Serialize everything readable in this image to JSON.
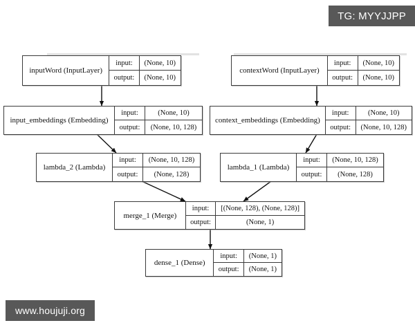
{
  "diagram": {
    "type": "keras-model-graph",
    "io_labels": {
      "input": "input:",
      "output": "output:"
    },
    "nodes": [
      {
        "id": "inputWord",
        "name": "inputWord (InputLayer)",
        "input_shape": "(None, 10)",
        "output_shape": "(None, 10)"
      },
      {
        "id": "input_embeddings",
        "name": "input_embeddings (Embedding)",
        "input_shape": "(None, 10)",
        "output_shape": "(None, 10, 128)"
      },
      {
        "id": "lambda_2",
        "name": "lambda_2 (Lambda)",
        "input_shape": "(None, 10, 128)",
        "output_shape": "(None, 128)"
      },
      {
        "id": "contextWord",
        "name": "contextWord (InputLayer)",
        "input_shape": "(None, 10)",
        "output_shape": "(None, 10)"
      },
      {
        "id": "context_embeddings",
        "name": "context_embeddings (Embedding)",
        "input_shape": "(None, 10)",
        "output_shape": "(None, 10, 128)"
      },
      {
        "id": "lambda_1",
        "name": "lambda_1 (Lambda)",
        "input_shape": "(None, 10, 128)",
        "output_shape": "(None, 128)"
      },
      {
        "id": "merge_1",
        "name": "merge_1 (Merge)",
        "input_shape": "[(None, 128), (None, 128)]",
        "output_shape": "(None, 1)"
      },
      {
        "id": "dense_1",
        "name": "dense_1 (Dense)",
        "input_shape": "(None, 1)",
        "output_shape": "(None, 1)"
      }
    ],
    "edges": [
      {
        "from": "inputWord",
        "to": "input_embeddings"
      },
      {
        "from": "input_embeddings",
        "to": "lambda_2"
      },
      {
        "from": "lambda_2",
        "to": "merge_1"
      },
      {
        "from": "contextWord",
        "to": "context_embeddings"
      },
      {
        "from": "context_embeddings",
        "to": "lambda_1"
      },
      {
        "from": "lambda_1",
        "to": "merge_1"
      },
      {
        "from": "merge_1",
        "to": "dense_1"
      }
    ]
  },
  "watermarks": {
    "telegram": "TG: MYYJJPP",
    "site": "www.houjuji.org"
  },
  "colors": {
    "background": "#ffffff",
    "node_border": "#3a3a3a",
    "node_fill": "#ffffff",
    "edge": "#111111",
    "watermark_bg": "#585858",
    "watermark_text": "#ffffff"
  }
}
